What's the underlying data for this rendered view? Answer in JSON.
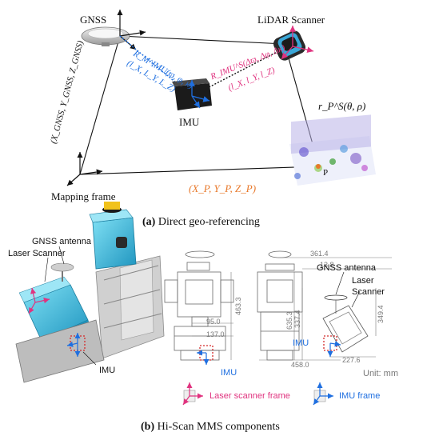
{
  "panel_a": {
    "gnss_label": "GNSS",
    "lidar_label": "LiDAR Scanner",
    "imu_label": "IMU",
    "mapping_label": "Mapping frame",
    "gnss_coords": "(X_GNSS, Y_GNSS, Z_GNSS)",
    "rot_imu_m": "R_M^IMU(ϖ, φ, κ)",
    "lever_gnss": "(l_X, L_Y, L_Z)",
    "rot_s_imu": "R_IMU^S(Δϖ, Δφ, Δκ)",
    "lever_lidar": "(l_X, l_Y, l_Z)",
    "range_vec": "r_P^S(θ, ρ)",
    "point_label": "P",
    "point_coords": "(X_P, Y_P, Z_P)",
    "caption_letter": "(a)",
    "caption_text": "Direct geo-referencing"
  },
  "panel_b": {
    "gnss_antenna": "GNSS antenna",
    "laser_scanner": "Laser Scanner",
    "imu": "IMU",
    "imu_mid": "IMU",
    "imu_right": "IMU",
    "gnss_antenna_right": "GNSS antenna",
    "laser_right_1": "Laser",
    "laser_right_2": "Scanner",
    "dim_95": "95.0",
    "dim_137": "137.0",
    "dim_463": "463.3",
    "dim_3614": "361.4",
    "dim_138": "13.8",
    "dim_6353": "635.3",
    "dim_3374": "337.4",
    "dim_3494": "349.4",
    "dim_458": "458.0",
    "dim_2276": "227.6",
    "unit": "Unit: mm",
    "legend_laser": "Laser scanner frame",
    "legend_imu": "IMU frame",
    "caption_letter": "(b)",
    "caption_text": "Hi-Scan MMS components"
  },
  "colors": {
    "imu_blue": "#1f6fe0",
    "scanner_magenta": "#e0337f",
    "point_orange": "#e8782a",
    "imu_box_red": "#d42a2a",
    "cyan_body": "#3fb8d8"
  }
}
